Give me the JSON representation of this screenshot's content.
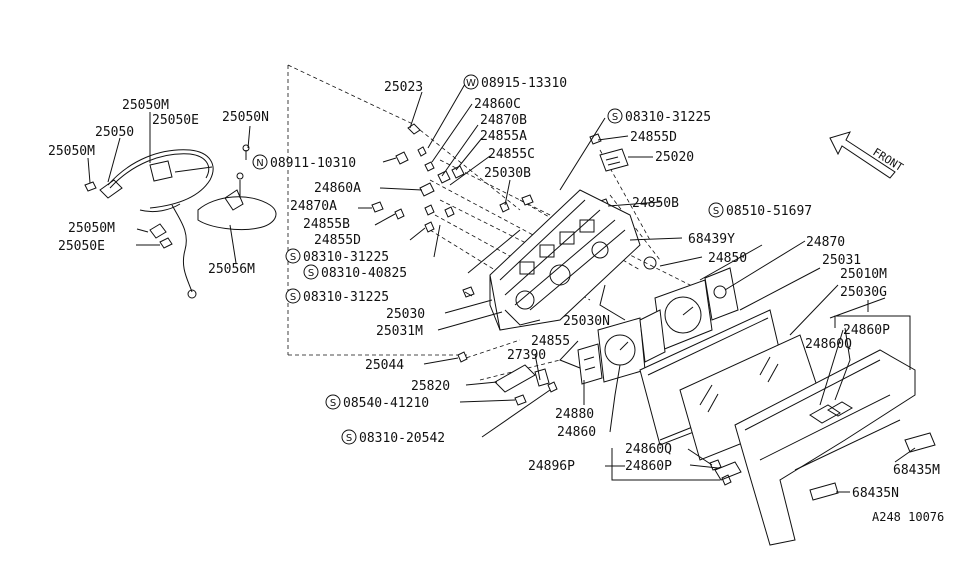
{
  "diagram": {
    "front_label": "FRONT",
    "ref_code": "A248 10076",
    "prefix_symbols": {
      "s": "S",
      "w": "W",
      "n": "N"
    },
    "labels": {
      "p25023": "25023",
      "p08915": "08915-13310",
      "p24860C": "24860C",
      "p24870B": "24870B",
      "p24855A": "24855A",
      "p24855C": "24855C",
      "p08911": "08911-10310",
      "p25030B": "25030B",
      "p08310a": "08310-31225",
      "p24855D_top": "24855D",
      "p25020": "25020",
      "p25050M_a": "25050M",
      "p25050": "25050",
      "p25050E_a": "25050E",
      "p25050N": "25050N",
      "p25050M_b": "25050M",
      "p25050M_c": "25050M",
      "p25050E_b": "25050E",
      "p25056M": "25056M",
      "p24860A": "24860A",
      "p24870A": "24870A",
      "p24855B": "24855B",
      "p24855D_mid": "24855D",
      "p08310b": "08310-31225",
      "p08310c": "08310-40825",
      "p08310d": "08310-31225",
      "p24850B": "24850B",
      "p08510": "08510-51697",
      "p68439Y": "68439Y",
      "p24870": "24870",
      "p24850": "24850",
      "p25031": "25031",
      "p25010M": "25010M",
      "p25030G": "25030G",
      "p25030": "25030",
      "p25031M": "25031M",
      "p25030N": "25030N",
      "p24860P_a": "24860P",
      "p24860Q_a": "24860Q",
      "p24855": "24855",
      "p27390": "27390",
      "p25044": "25044",
      "p25820": "25820",
      "p08540": "08540-41210",
      "p08310e": "08310-20542",
      "p24880": "24880",
      "p24860": "24860",
      "p24860Q_b": "24860Q",
      "p24896P": "24896P",
      "p24860P_b": "24860P",
      "p68435M": "68435M",
      "p68435N": "68435N"
    }
  }
}
